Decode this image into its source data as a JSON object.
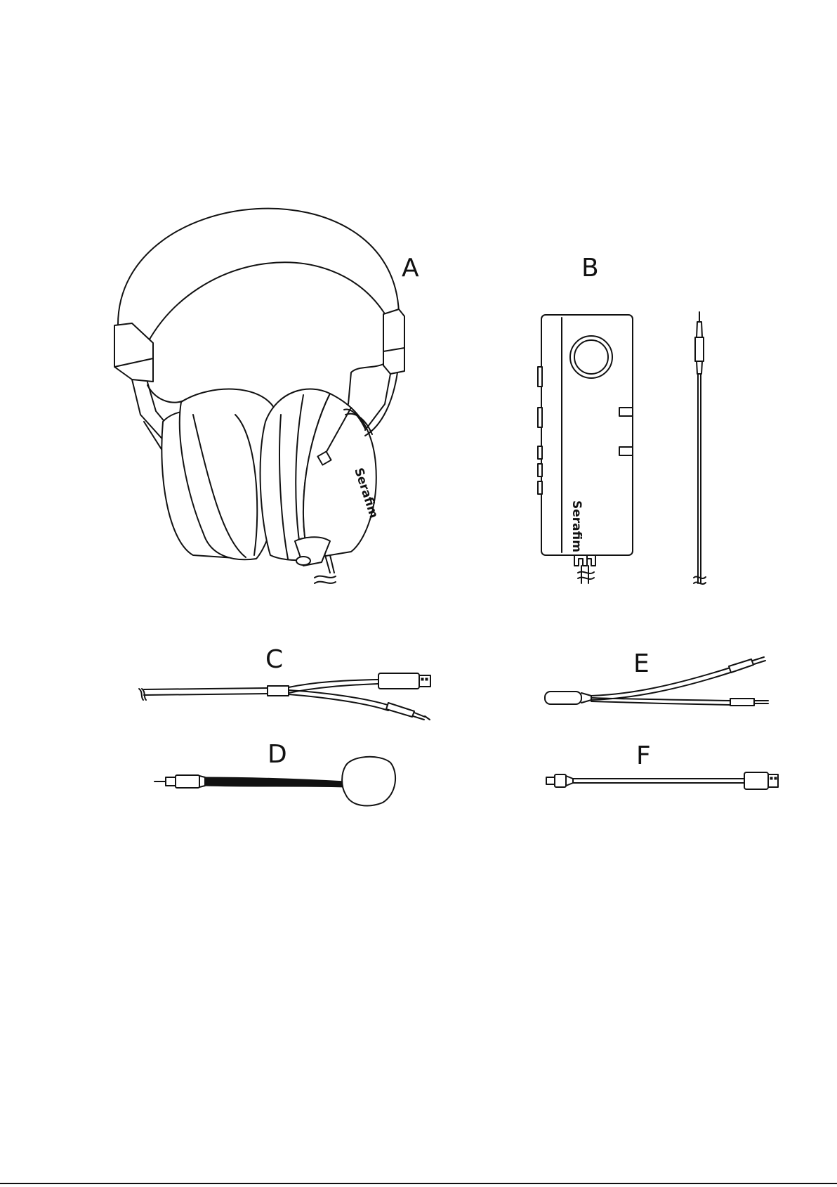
{
  "items": [
    {
      "id": "A",
      "label": "A",
      "brand": "Serafim"
    },
    {
      "id": "B",
      "label": "B",
      "brand": "Serafim"
    },
    {
      "id": "C",
      "label": "C"
    },
    {
      "id": "D",
      "label": "D"
    },
    {
      "id": "E",
      "label": "E"
    },
    {
      "id": "F",
      "label": "F"
    }
  ],
  "colors": {
    "line": "#111111",
    "background": "#ffffff"
  }
}
